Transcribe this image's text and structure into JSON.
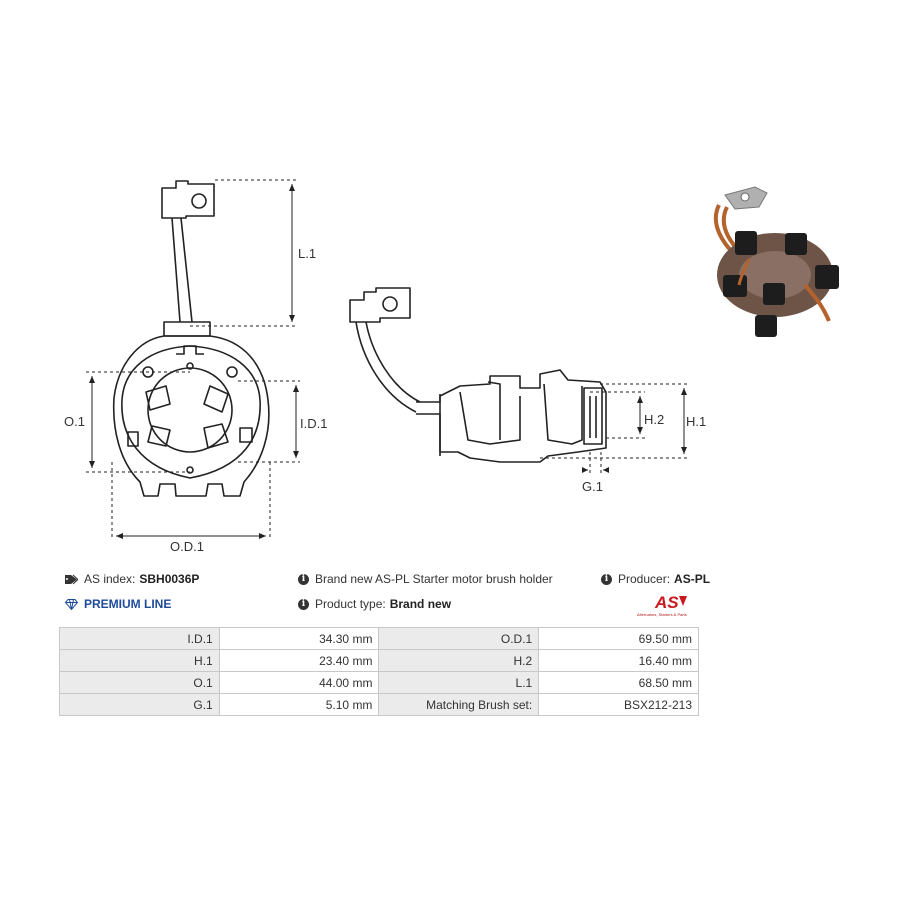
{
  "dimension_labels": {
    "l1": "L.1",
    "o1": "O.1",
    "id1": "I.D.1",
    "od1": "O.D.1",
    "h1": "H.1",
    "h2": "H.2",
    "g1": "G.1"
  },
  "info": {
    "as_index_label": "AS index:",
    "as_index_value": "SBH0036P",
    "premium_line": "PREMIUM LINE",
    "description": "Brand new AS-PL Starter motor brush holder",
    "product_type_label": "Product type:",
    "product_type_value": "Brand new",
    "producer_label": "Producer:",
    "producer_value": "AS-PL"
  },
  "logo": {
    "text": "AS",
    "tagline": "Alternators, Starters & Parts",
    "color": "#c8191e"
  },
  "specs": [
    {
      "label1": "I.D.1",
      "value1": "34.30 mm",
      "label2": "O.D.1",
      "value2": "69.50 mm"
    },
    {
      "label1": "H.1",
      "value1": "23.40 mm",
      "label2": "H.2",
      "value2": "16.40 mm"
    },
    {
      "label1": "O.1",
      "value1": "44.00 mm",
      "label2": "L.1",
      "value2": "68.50 mm"
    },
    {
      "label1": "G.1",
      "value1": "5.10 mm",
      "label2": "Matching Brush set:",
      "value2": "BSX212-213"
    }
  ],
  "icons": {
    "tag": "tag-icon",
    "diamond": "diamond-icon",
    "info": "info-icon"
  },
  "colors": {
    "premium": "#1f4a9c",
    "table_label_bg": "#ebebeb",
    "border": "#c8c8c8"
  }
}
